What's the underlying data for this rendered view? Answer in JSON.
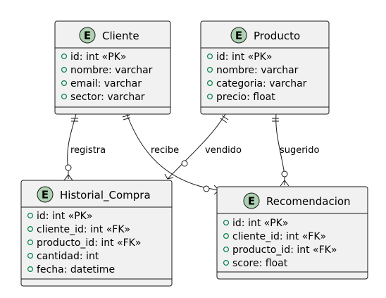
{
  "diagram": {
    "stereotype_letter": "E",
    "entities": {
      "cliente": {
        "title": "Cliente",
        "attributes": [
          "id: int «PK»",
          "nombre: varchar",
          "email: varchar",
          "sector: varchar"
        ]
      },
      "producto": {
        "title": "Producto",
        "attributes": [
          "id: int «PK»",
          "nombre: varchar",
          "categoria: varchar",
          "precio: float"
        ]
      },
      "historial": {
        "title": "Historial_Compra",
        "attributes": [
          "id: int «PK»",
          "cliente_id: int «FK»",
          "producto_id: int «FK»",
          "cantidad: int",
          "fecha: datetime"
        ]
      },
      "recomendacion": {
        "title": "Recomendacion",
        "attributes": [
          "id: int «PK»",
          "cliente_id: int «FK»",
          "producto_id: int «FK»",
          "score: float"
        ]
      }
    },
    "relations": {
      "registra": "registra",
      "recibe": "recibe",
      "vendido": "vendido",
      "sugerido": "sugerido"
    },
    "colors": {
      "entity_fill": "#f1f1f1",
      "border": "#181818",
      "badge_fill": "#ADD1B2",
      "bullet": "#038048"
    }
  }
}
